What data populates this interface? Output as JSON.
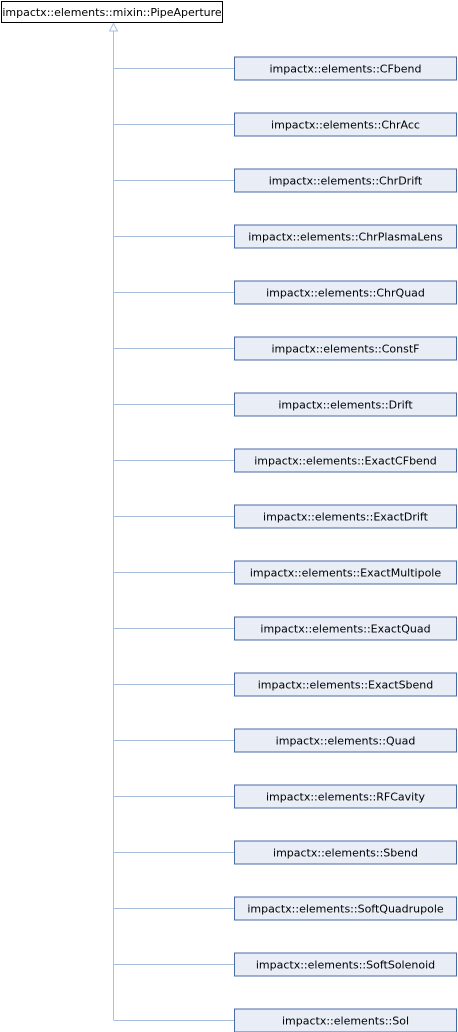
{
  "diagram": {
    "base": {
      "label": "impactx::elements::mixin::PipeAperture"
    },
    "derived": [
      {
        "label": "impactx::elements::CFbend"
      },
      {
        "label": "impactx::elements::ChrAcc"
      },
      {
        "label": "impactx::elements::ChrDrift"
      },
      {
        "label": "impactx::elements::ChrPlasmaLens"
      },
      {
        "label": "impactx::elements::ChrQuad"
      },
      {
        "label": "impactx::elements::ConstF"
      },
      {
        "label": "impactx::elements::Drift"
      },
      {
        "label": "impactx::elements::ExactCFbend"
      },
      {
        "label": "impactx::elements::ExactDrift"
      },
      {
        "label": "impactx::elements::ExactMultipole"
      },
      {
        "label": "impactx::elements::ExactQuad"
      },
      {
        "label": "impactx::elements::ExactSbend"
      },
      {
        "label": "impactx::elements::Quad"
      },
      {
        "label": "impactx::elements::RFCavity"
      },
      {
        "label": "impactx::elements::Sbend"
      },
      {
        "label": "impactx::elements::SoftQuadrupole"
      },
      {
        "label": "impactx::elements::SoftSolenoid"
      },
      {
        "label": "impactx::elements::Sol"
      }
    ],
    "colors": {
      "base_fill": "#ffffff",
      "base_border": "#000000",
      "node_fill": "#e8edf6",
      "node_border": "#4a6aa5",
      "edge": "#a8c0de"
    }
  }
}
